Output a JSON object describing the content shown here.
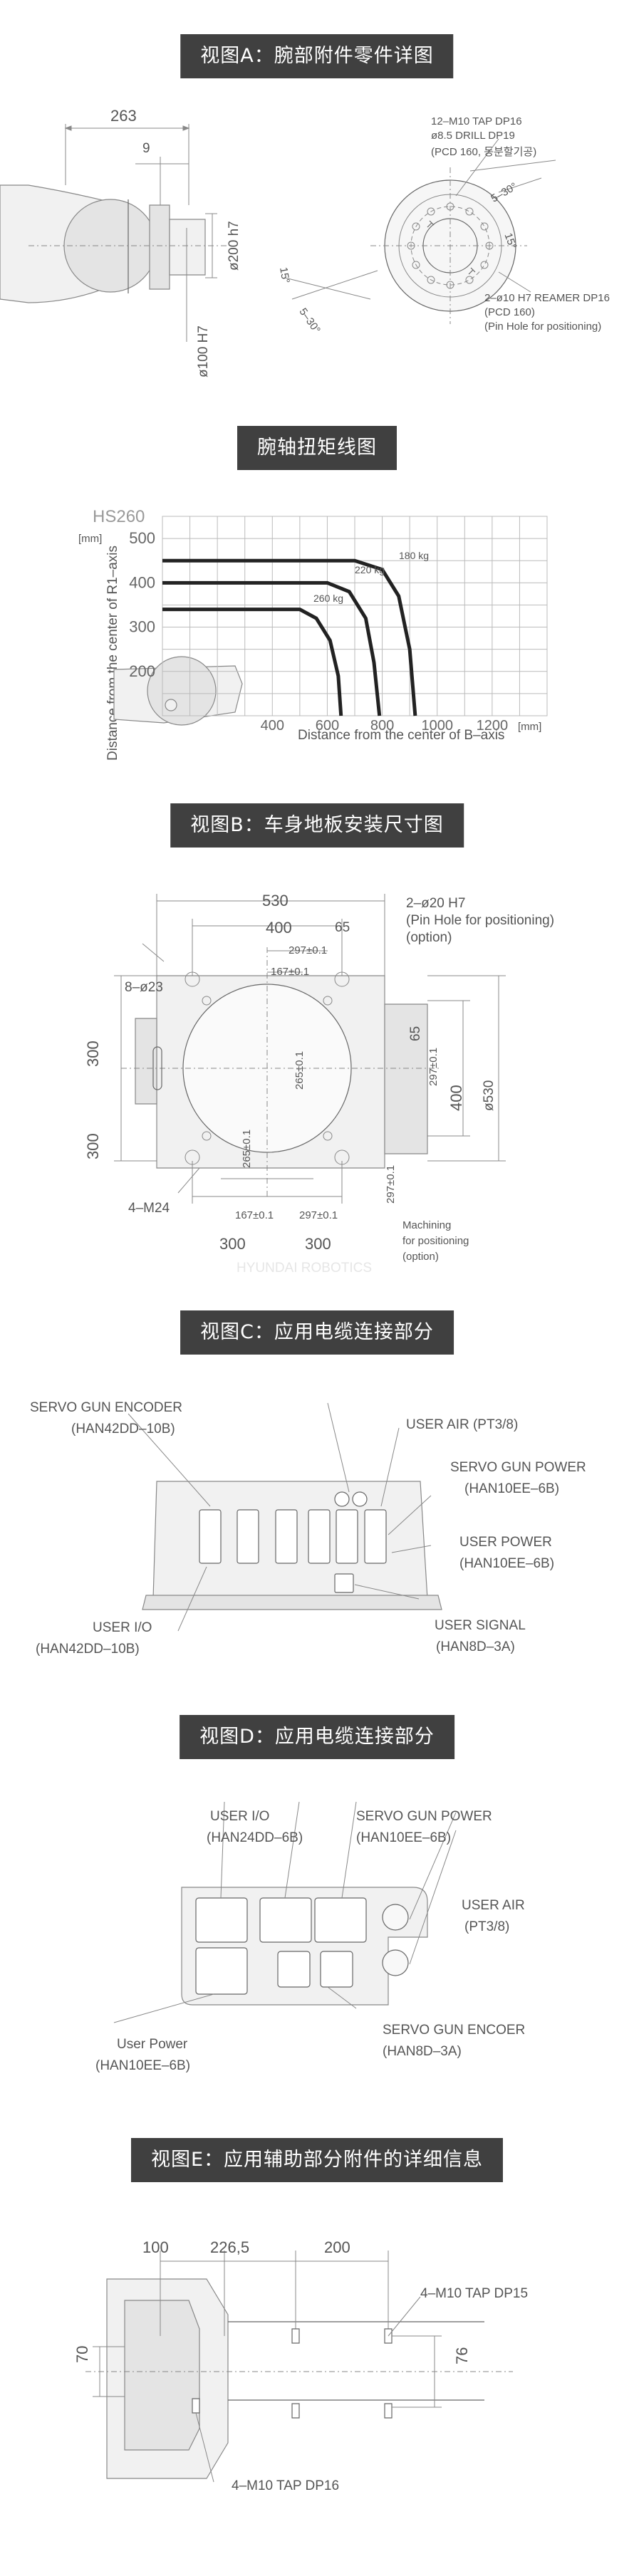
{
  "sectionA": {
    "title": "视图A：腕部附件零件详图",
    "dim_263": "263",
    "dim_9": "9",
    "dim_d200": "ø200 h7",
    "dim_d100": "ø100 H7",
    "note1_line1": "12–M10 TAP DP16",
    "note1_line2": "ø8.5 DRILL DP19",
    "note1_line3": "(PCD 160, 동분할기공)",
    "angle_15": "15°",
    "angle_5x30": "5–30°",
    "angle_15b": "15°",
    "angle_5x30b": "5–30°",
    "note2_line1": "2–ø10 H7 REAMER DP16",
    "note2_line2": "(PCD 160)",
    "note2_line3": "(Pin Hole for positioning)"
  },
  "sectionTorque": {
    "title": "腕轴扭矩线图",
    "model": "HS260",
    "y_unit": "[mm]",
    "x_unit": "[mm]",
    "ylabel": "Distance from the center of R1–axis",
    "xlabel": "Distance from the center of B–axis",
    "y_ticks": [
      "500",
      "400",
      "300",
      "200"
    ],
    "x_ticks": [
      "400",
      "600",
      "800",
      "1000",
      "1200"
    ],
    "curve_labels": [
      "180 kg",
      "220 kg",
      "260 kg"
    ]
  },
  "chart_data": {
    "type": "line",
    "title": "腕轴扭矩线图",
    "xlabel": "Distance from the center of B–axis",
    "ylabel": "Distance from the center of R1–axis",
    "xlim": [
      0,
      1400
    ],
    "ylim": [
      100,
      550
    ],
    "series": [
      {
        "name": "180 kg",
        "x": [
          0,
          700,
          800,
          860,
          900,
          920
        ],
        "y": [
          450,
          450,
          430,
          370,
          250,
          100
        ]
      },
      {
        "name": "220 kg",
        "x": [
          0,
          600,
          680,
          740,
          770,
          790
        ],
        "y": [
          400,
          400,
          380,
          320,
          220,
          100
        ]
      },
      {
        "name": "260 kg",
        "x": [
          0,
          500,
          560,
          610,
          640,
          650
        ],
        "y": [
          340,
          340,
          320,
          270,
          190,
          100
        ]
      }
    ]
  },
  "sectionB": {
    "title": "视图B：车身地板安装尺寸图",
    "dim_530": "530",
    "dim_400": "400",
    "dim_65": "65",
    "dim_297a": "297±0.1",
    "dim_167a": "167±0.1",
    "dim_8d23": "8–ø23",
    "pin_line1": "2–ø20 H7",
    "pin_line2": "(Pin Hole for positioning)",
    "pin_line3": "(option)",
    "dim_300a": "300",
    "dim_300b": "300",
    "dim_265a": "265±0.1",
    "dim_265b": "265±0.1",
    "dim_65r": "65",
    "dim_297r1": "297±0.1",
    "dim_297r2": "297±0.1",
    "dim_400r": "400",
    "dim_d530": "ø530",
    "dim_4m24": "4–M24",
    "dim_167b": "167±0.1",
    "dim_297b": "297±0.1",
    "dim_300c": "300",
    "dim_300d": "300",
    "mach_line1": "Machining",
    "mach_line2": "for positioning",
    "mach_line3": "(option)",
    "faint": "HYUNDAI ROBOTICS"
  },
  "sectionC": {
    "title": "视图C：应用电缆连接部分",
    "servo_enc_1": "SERVO GUN ENCODER",
    "servo_enc_2": "(HAN42DD–10B)",
    "user_air_1": "USER AIR (PT3/8)",
    "servo_pow_1": "SERVO GUN POWER",
    "servo_pow_2": "(HAN10EE–6B)",
    "user_pow_1": "USER POWER",
    "user_pow_2": "(HAN10EE–6B)",
    "user_io_1": "USER I/O",
    "user_io_2": "(HAN42DD–10B)",
    "user_sig_1": "USER SIGNAL",
    "user_sig_2": "(HAN8D–3A)"
  },
  "sectionD": {
    "title": "视图D：应用电缆连接部分",
    "user_io_1": "USER I/O",
    "user_io_2": "(HAN24DD–6B)",
    "servo_pow_1": "SERVO GUN POWER",
    "servo_pow_2": "(HAN10EE–6B)",
    "user_air_1": "USER AIR",
    "user_air_2": "(PT3/8)",
    "user_pow_1": "User Power",
    "user_pow_2": "(HAN10EE–6B)",
    "servo_enc_1": "SERVO GUN ENCOER",
    "servo_enc_2": "(HAN8D–3A)"
  },
  "sectionE": {
    "title": "视图E：应用辅助部分附件的详细信息",
    "dim_100": "100",
    "dim_226": "226,5",
    "dim_200": "200",
    "tap15": "4–M10 TAP DP15",
    "dim_70": "70",
    "dim_76": "76",
    "tap16": "4–M10 TAP DP16"
  }
}
